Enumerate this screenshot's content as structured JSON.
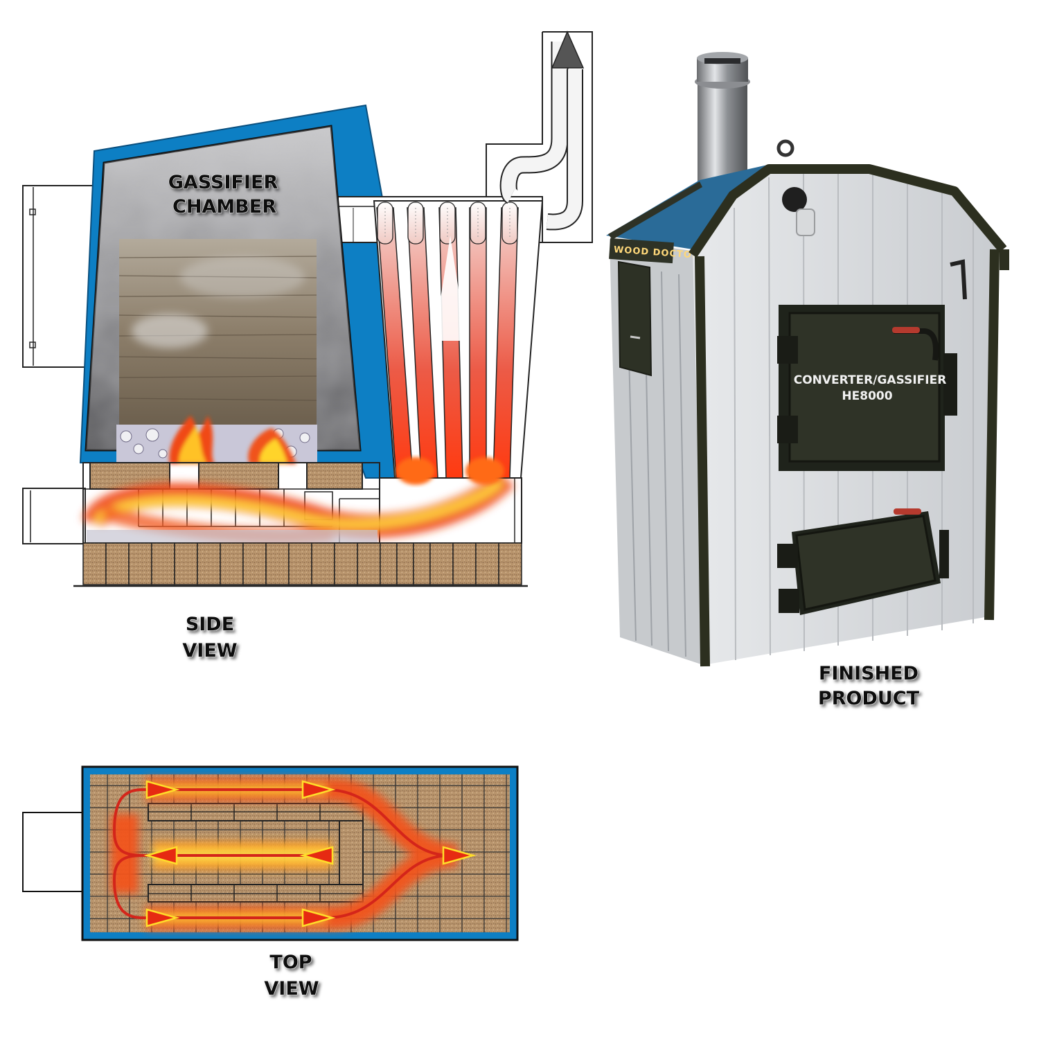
{
  "side_view": {
    "chamber_label_line1": "GASSIFIER",
    "chamber_label_line2": "CHAMBER",
    "caption_line1": "SIDE",
    "caption_line2": "VIEW"
  },
  "top_view": {
    "caption_line1": "TOP",
    "caption_line2": "VIEW"
  },
  "finished_product": {
    "caption_line1": "FINISHED",
    "caption_line2": "PRODUCT",
    "door_label_line1": "CONVERTER/GASSIFIER",
    "door_label_line2": "HE8000",
    "brand": "WOOD DOCTOR"
  },
  "colors": {
    "jacket_blue": "#0d7fc4",
    "firebrick": "#b8946c",
    "flame_red": "#e62e12",
    "flame_yellow": "#ffd21e",
    "furnace_body": "#d9dcdf",
    "furnace_trim": "#2c2f1f",
    "door": "#2f3327"
  },
  "icons": [
    "flue-up-arrow-icon",
    "flow-arrow-icon"
  ]
}
